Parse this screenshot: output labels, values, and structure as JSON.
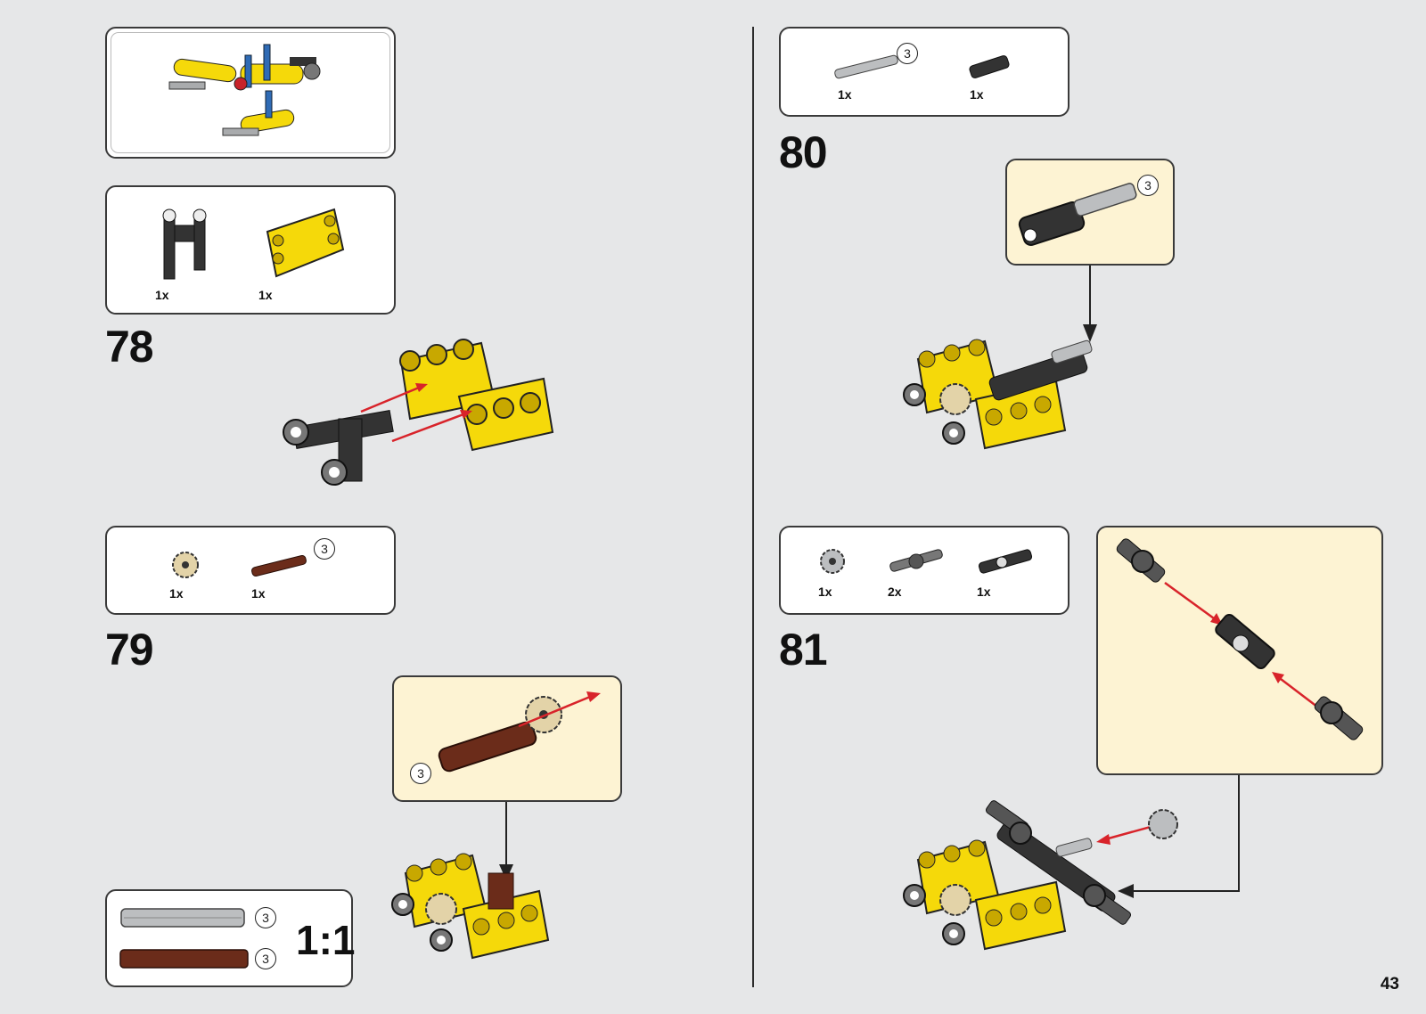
{
  "page_number": "43",
  "result_preview": {},
  "parts_78": {
    "items": [
      {
        "qty": "1x",
        "icon": "black-connector-part"
      },
      {
        "qty": "1x",
        "icon": "yellow-frame-part"
      }
    ]
  },
  "step_78": {
    "number": "78"
  },
  "parts_79": {
    "items": [
      {
        "qty": "1x",
        "icon": "tan-gear-part"
      },
      {
        "qty": "1x",
        "icon": "brown-axle-part",
        "length": "3"
      }
    ]
  },
  "step_79": {
    "number": "79",
    "callout_length": "3"
  },
  "scale_box": {
    "label": "1:1",
    "gray_axle_length": "3",
    "brown_axle_length": "3"
  },
  "parts_80": {
    "items": [
      {
        "qty": "1x",
        "icon": "gray-axle-part",
        "length": "3"
      },
      {
        "qty": "1x",
        "icon": "black-axle-connector-part"
      }
    ]
  },
  "step_80": {
    "number": "80",
    "callout_length": "3"
  },
  "parts_81": {
    "items": [
      {
        "qty": "1x",
        "icon": "gray-gear-part"
      },
      {
        "qty": "2x",
        "icon": "gray-pin-part"
      },
      {
        "qty": "1x",
        "icon": "black-connector-part"
      }
    ]
  },
  "step_81": {
    "number": "81"
  },
  "colors": {
    "background": "#e6e7e8",
    "callout": "#fdf3d3",
    "yellow": "#f5d90a",
    "arrow_red": "#d8232a",
    "brown": "#6b2c1a"
  }
}
